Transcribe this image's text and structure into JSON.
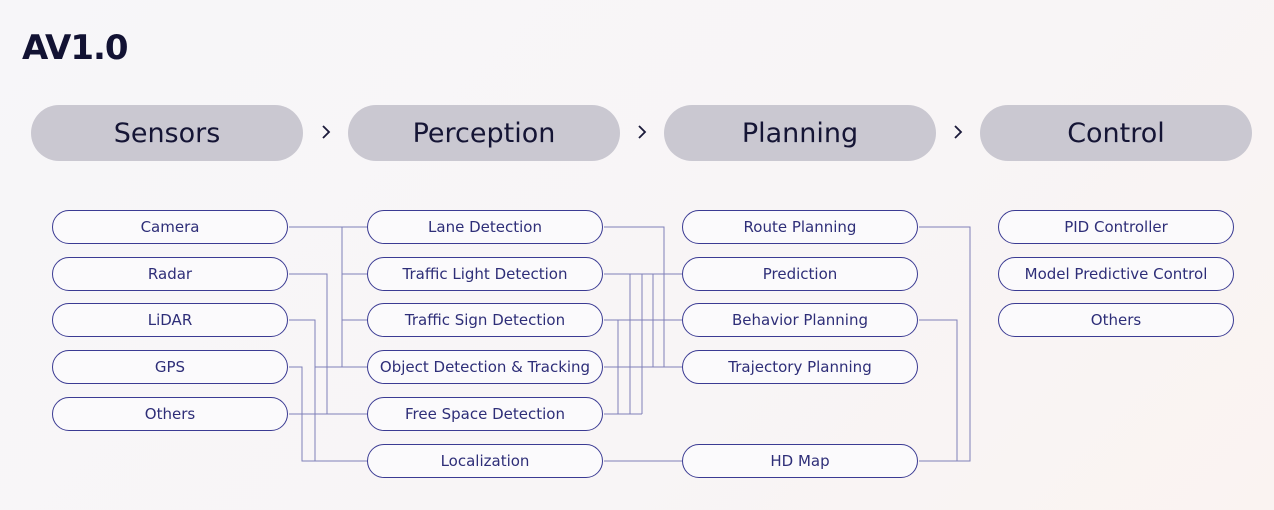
{
  "title": "AV1.0",
  "stages": [
    "Sensors",
    "Perception",
    "Planning",
    "Control"
  ],
  "sensors": [
    "Camera",
    "Radar",
    "LiDAR",
    "GPS",
    "Others"
  ],
  "perception": [
    "Lane Detection",
    "Traffic Light Detection",
    "Traffic Sign Detection",
    "Object Detection & Tracking",
    "Free Space Detection",
    "Localization"
  ],
  "planning": [
    "Route Planning",
    "Prediction",
    "Behavior Planning",
    "Trajectory Planning",
    "HD Map"
  ],
  "control": [
    "PID Controller",
    "Model Predictive Control",
    "Others"
  ],
  "colors": {
    "stage_fill": "#cac8d1",
    "node_border": "#3b3b93",
    "line": "#7f80b8",
    "text": "#2e2e78"
  }
}
